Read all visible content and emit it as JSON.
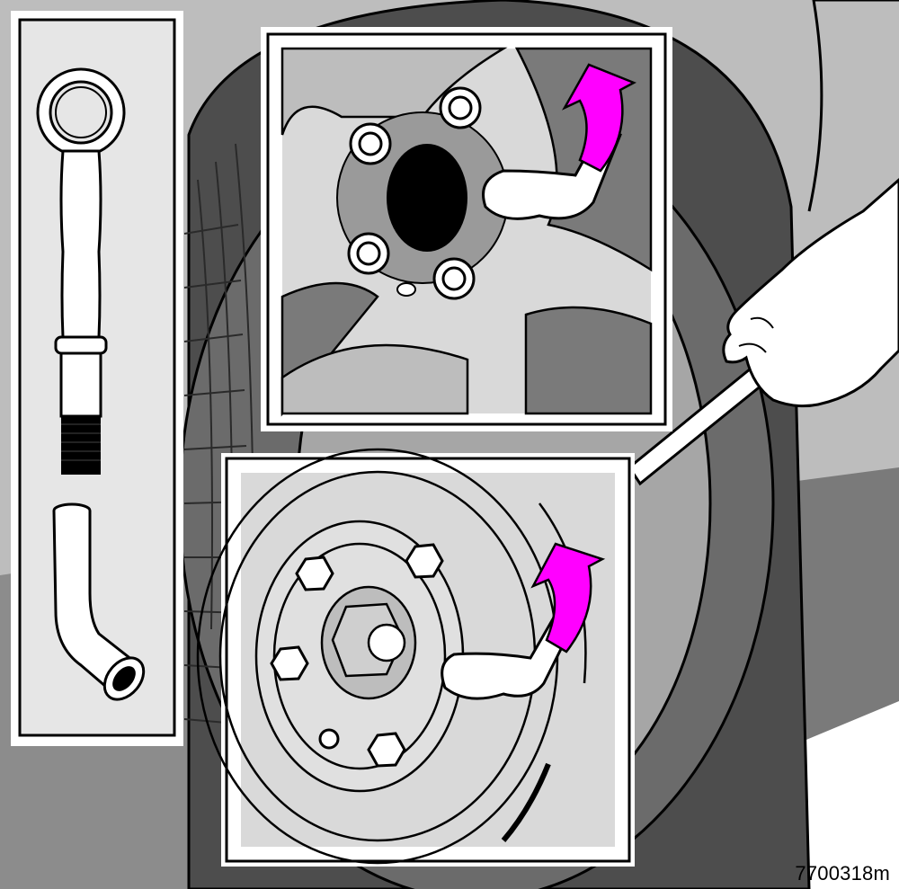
{
  "figure": {
    "reference_code": "7700318m",
    "colors": {
      "background_gray": "#8c8c8c",
      "tire_dark": "#4d4d4d",
      "tire_light": "#a6a6a6",
      "panel_fill": "#cfcfcf",
      "panel_border": "#000000",
      "arrow_magenta": "#ff00ff",
      "outline": "#000000",
      "white": "#ffffff"
    },
    "panels": [
      {
        "name": "tools-inset",
        "icons": [
          "wheel-wrench-icon",
          "socket-extension-icon"
        ]
      },
      {
        "name": "alloy-wheel-inset",
        "icons": [
          "alloy-wheel-icon",
          "lug-nut-icon",
          "rotate-arrow-icon"
        ]
      },
      {
        "name": "steel-wheel-inset",
        "icons": [
          "steel-wheel-icon",
          "lug-nut-icon",
          "rotate-arrow-icon"
        ]
      }
    ]
  }
}
